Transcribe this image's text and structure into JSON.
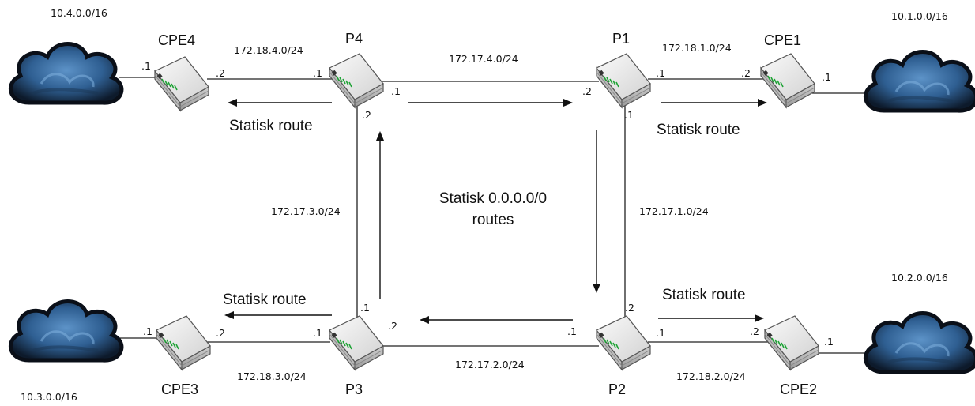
{
  "clouds": {
    "top_left": "10.4.0.0/16",
    "top_right": "10.1.0.0/16",
    "bottom_left": "10.3.0.0/16",
    "bottom_right": "10.2.0.0/16"
  },
  "routers": {
    "cpe4": "CPE4",
    "p4": "P4",
    "p1": "P1",
    "cpe1": "CPE1",
    "cpe3": "CPE3",
    "p3": "P3",
    "p2": "P2",
    "cpe2": "CPE2"
  },
  "subnets": {
    "cpe4_p4": "172.18.4.0/24",
    "p4_p1": "172.17.4.0/24",
    "p1_cpe1": "172.18.1.0/24",
    "p4_p3": "172.17.3.0/24",
    "p1_p2": "172.17.1.0/24",
    "cpe3_p3": "172.18.3.0/24",
    "p3_p2": "172.17.2.0/24",
    "p2_cpe2": "172.18.2.0/24"
  },
  "interfaces": {
    "cloud4_cpe4": ".1",
    "cpe4_p4": ".2",
    "p4_cpe4": ".1",
    "p4_p1": ".1",
    "p4_p3": ".2",
    "p1_p4": ".2",
    "p1_cpe1": ".1",
    "p1_p2": ".1",
    "cpe1_p1": ".2",
    "cpe1_cloud1": ".1",
    "cloud3_cpe3": ".1",
    "cpe3_p3": ".2",
    "p3_cpe3": ".1",
    "p3_p4": ".1",
    "p3_p2": ".2",
    "p2_p3": ".1",
    "p2_p1": ".2",
    "p2_cpe2": ".1",
    "cpe2_p2": ".2",
    "cpe2_cloud2": ".1"
  },
  "routes": {
    "top_left": "Statisk route",
    "top_right": "Statisk route",
    "bottom_left": "Statisk route",
    "bottom_right": "Statisk route",
    "center_line1": "Statisk 0.0.0.0/0",
    "center_line2": "routes"
  },
  "colors": {
    "cloud_dark": "#0d1a2b",
    "cloud_light": "#4f86be",
    "router_body": "#e6e6e6",
    "router_port": "#1fa336"
  }
}
